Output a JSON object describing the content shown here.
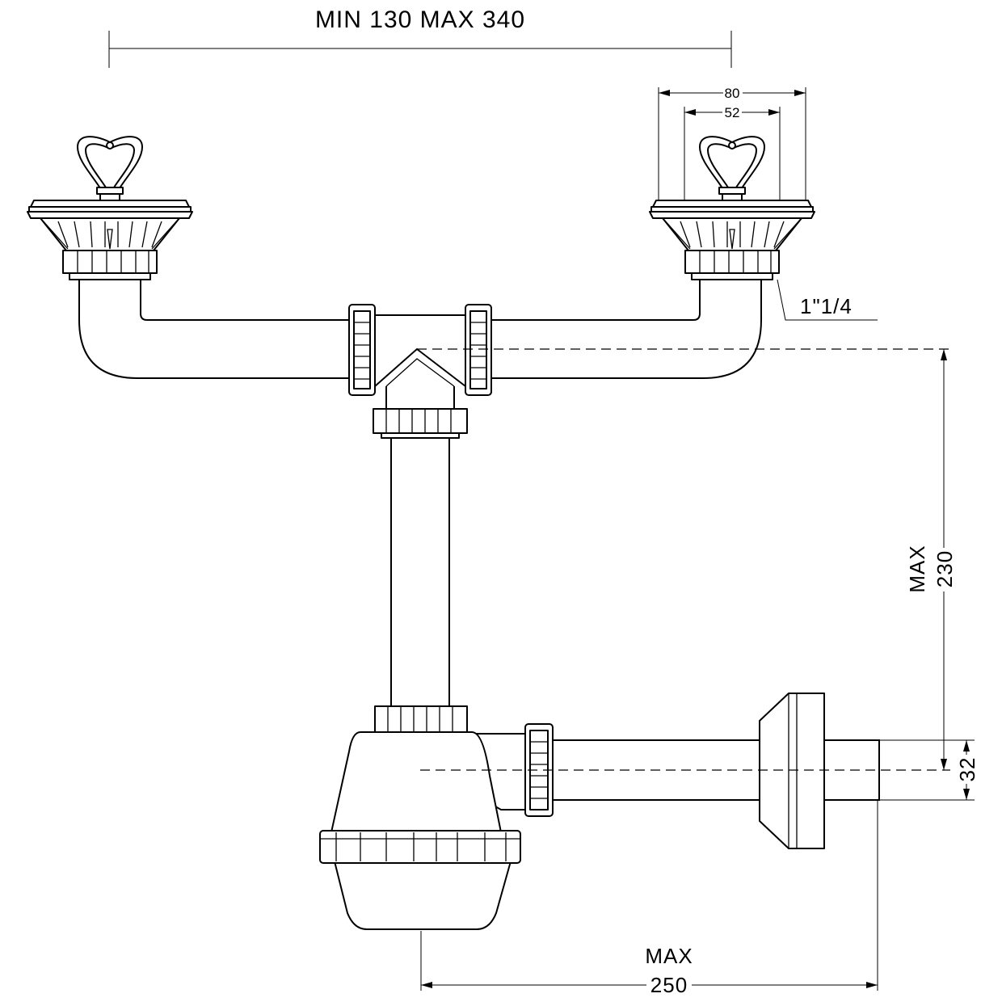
{
  "dimensions": {
    "spacing": "MIN 130 MAX 340",
    "outer_diameter": "80",
    "inner_diameter": "52",
    "thread_size": "1\"1/4",
    "height_word": "MAX",
    "height_value": "230",
    "outlet_diameter": "32",
    "length_word": "MAX",
    "length_value": "250"
  },
  "colors": {
    "line": "#000000",
    "background": "#ffffff"
  }
}
